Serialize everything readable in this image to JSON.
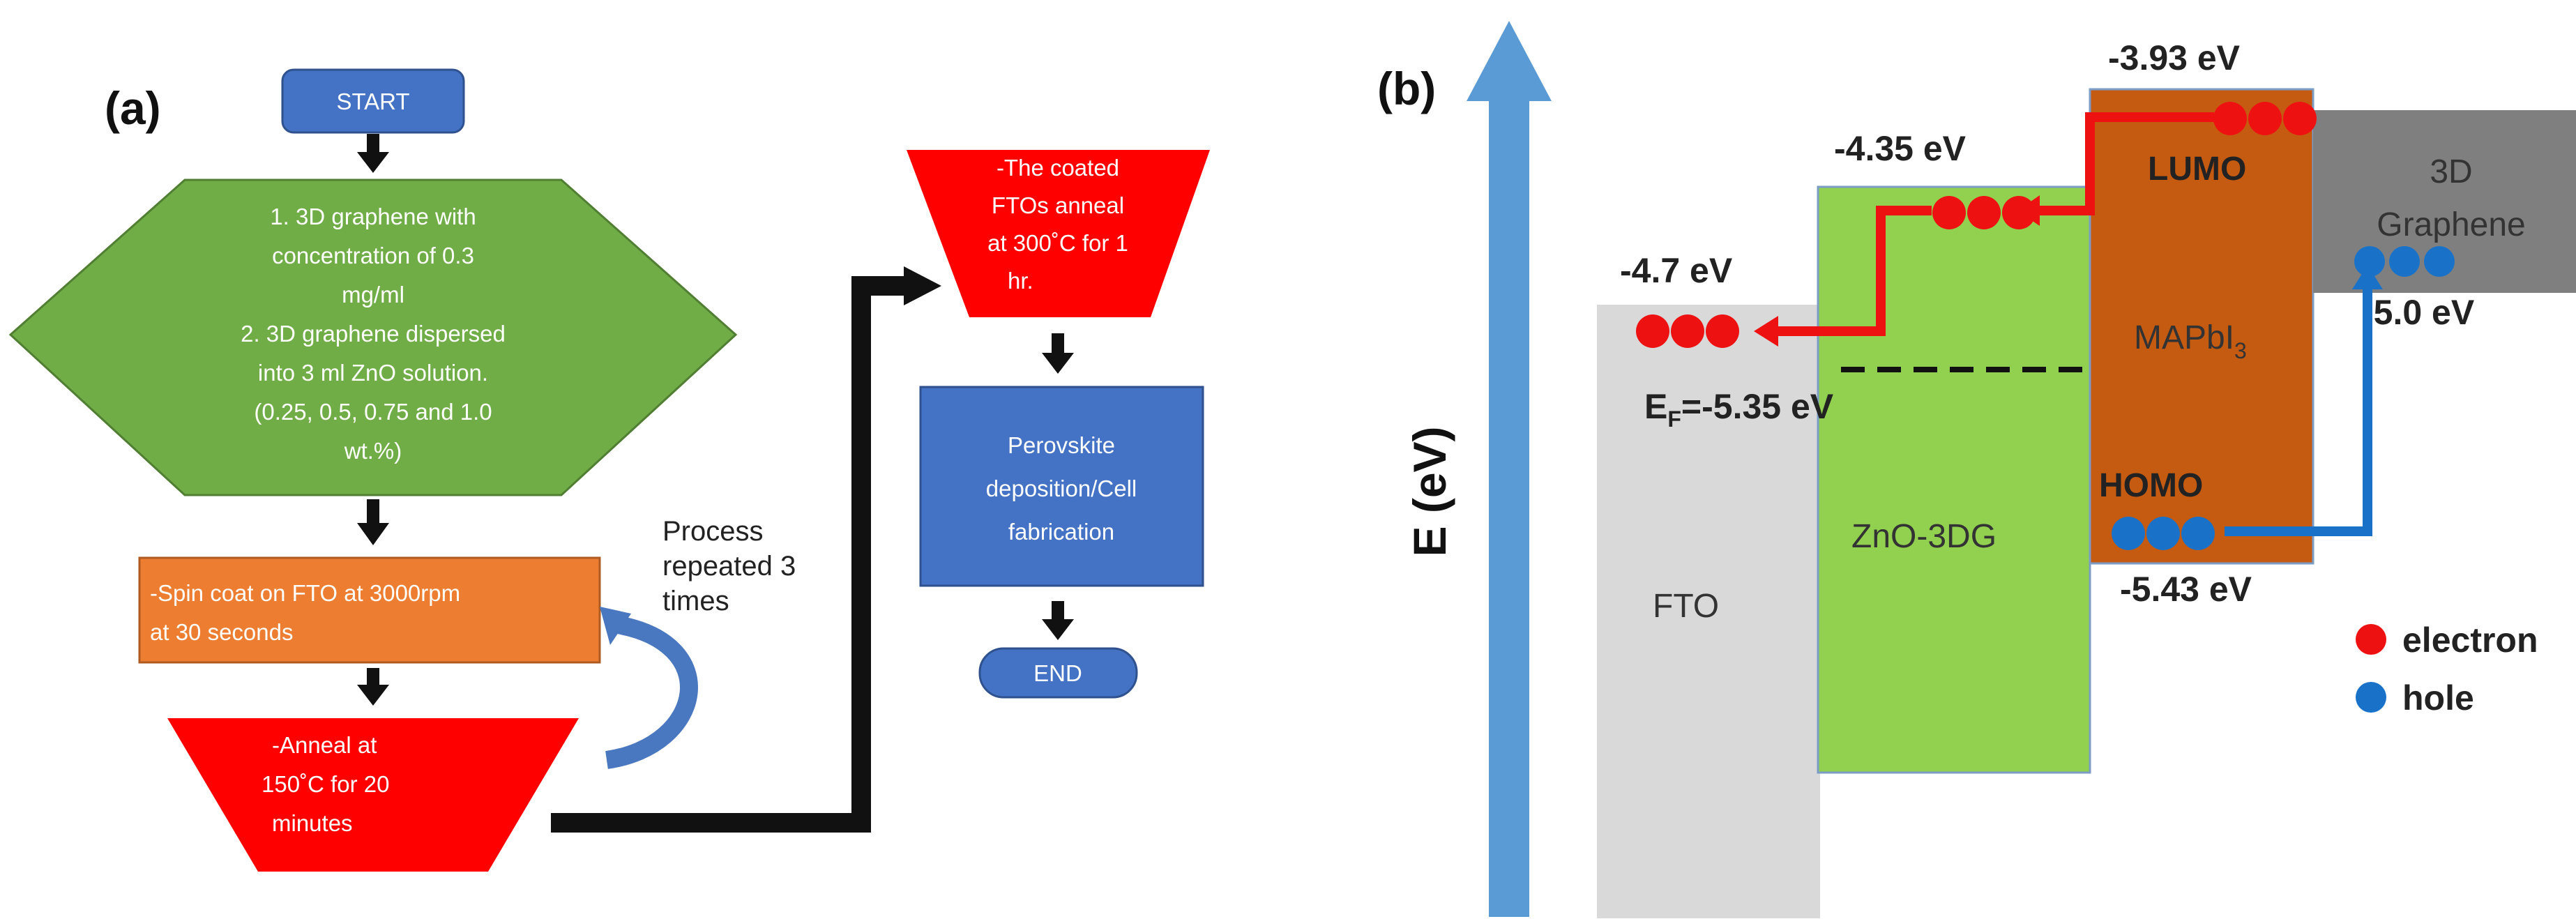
{
  "panel_a": {
    "label": "(a)",
    "start": "START",
    "step1_lines": [
      "1.   3D graphene with",
      "concentration of 0.3",
      "mg/ml",
      "2.   3D graphene dispersed",
      "into 3 ml ZnO solution.",
      "(0.25, 0.5, 0.75 and 1.0",
      "wt.%)"
    ],
    "step2_lines": [
      "-Spin coat on FTO at 3000rpm",
      "at 30 seconds"
    ],
    "repeat_lines": [
      "Process",
      "repeated 3",
      "times"
    ],
    "step3_lines": [
      "-Anneal at",
      "150˚C for 20",
      "minutes"
    ],
    "step4_lines": [
      "-The coated",
      "FTOs anneal",
      "at 300˚C for 1",
      "hr."
    ],
    "step5_lines": [
      "Perovskite",
      "deposition/Cell",
      "fabrication"
    ],
    "end": "END"
  },
  "panel_b": {
    "label": "(b)",
    "axis_label": "E (eV)",
    "fto_level": "-4.7 eV",
    "fto_name": "FTO",
    "zno_level": "-4.35 eV",
    "zno_name": "ZnO-3DG",
    "mapbi_lumo_level": "-3.93 eV",
    "lumo": "LUMO",
    "homo": "HOMO",
    "mapbi_homo_level": "-5.43 eV",
    "mapbi_name": "MAPbI",
    "mapbi_sub": "3",
    "graphene_name_lines": [
      "3D",
      "Graphene"
    ],
    "graphene_level": "-5.0 eV",
    "fermi_prefix": "E",
    "fermi_sub": "F",
    "fermi_value": "=-5.35 eV",
    "legend": [
      {
        "label": "electron",
        "color": "#ee1111"
      },
      {
        "label": "hole",
        "color": "#1a72c8"
      }
    ]
  },
  "colors": {
    "blue_box": "#4472c4",
    "green_hex": "#70ad47",
    "orange_box": "#ed7d31",
    "red_trap": "#ff0000",
    "fto": "#d9d9d9",
    "zno": "#92d050",
    "mapbi": "#c55a11",
    "graphene": "#7f7f7f",
    "axis_arrow": "#5b9bd5"
  }
}
